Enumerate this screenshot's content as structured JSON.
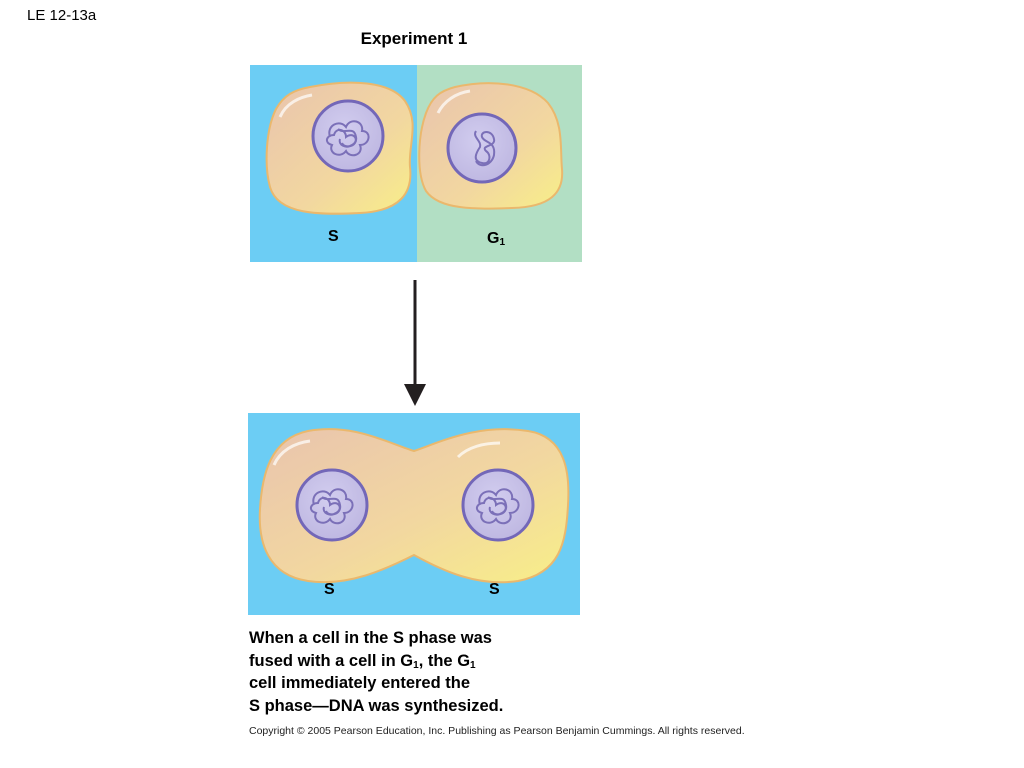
{
  "slide_label": "LE 12-13a",
  "title": "Experiment 1",
  "top_panel": {
    "left_label": "S",
    "right_label_main": "G",
    "right_label_sub": "1"
  },
  "bottom_panel": {
    "left_label": "S",
    "right_label": "S"
  },
  "caption": {
    "line1": "When a cell in the S phase was",
    "line2_a": "fused with a cell in G",
    "line2_sub1": "1",
    "line2_b": ", the G",
    "line2_sub2": "1",
    "line3": "cell immediately entered the",
    "line4": "S phase—DNA was synthesized."
  },
  "copyright": "Copyright © 2005 Pearson Education, Inc. Publishing as Pearson Benjamin Cummings. All rights reserved.",
  "colors": {
    "s_background": "#6cccf4",
    "g1_background": "#b2dfc4",
    "cytoplasm": "#f2d6a2",
    "nucleus": "#c9c4e6",
    "chromatin": "#7a6fb6"
  }
}
